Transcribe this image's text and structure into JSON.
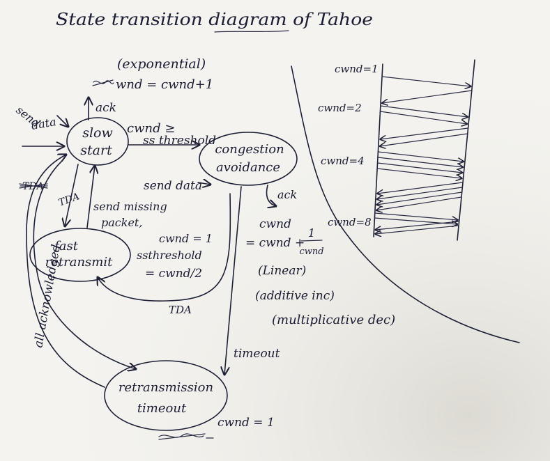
{
  "title": "State transition diagram of Tahoe",
  "states": {
    "slow_start": [
      "slow",
      "start"
    ],
    "congestion_avoidance": [
      "congestion",
      "avoidance"
    ],
    "fast_retransmit": [
      "fast",
      "retransmit"
    ],
    "retransmission_timeout": [
      "retransmission",
      "timeout"
    ]
  },
  "slow_start_notes": {
    "growth": "(exponential)",
    "update": "wnd = cwnd+1",
    "ack": "ack",
    "send_data": [
      "send",
      "data"
    ]
  },
  "transitions": {
    "to_congestion_avoidance": [
      "cwnd ≥",
      "ss threshold"
    ],
    "tda_crossed": "TDA",
    "tda_to_fast_retransmit": "TDA",
    "tda_from_congestion_avoidance": "TDA",
    "all_acknowledged": "all acknowledged",
    "timeout": "timeout"
  },
  "congestion_avoidance_notes": {
    "send_data": "send data",
    "ack": "ack",
    "update": [
      "cwnd",
      "= cwnd +",
      "1",
      "cwnd"
    ],
    "linear": "(Linear)",
    "additive": "(additive inc)",
    "multiplicative": "(multiplicative dec)"
  },
  "fast_retransmit_notes": {
    "action": [
      "send missing",
      "packet,"
    ],
    "cwnd": "cwnd = 1",
    "ssthreshold": [
      "ssthreshold",
      "= cwnd/2"
    ]
  },
  "retransmission_timeout_notes": {
    "cwnd": "cwnd = 1"
  },
  "sequence_diagram": {
    "window_labels": [
      "cwnd=1",
      "cwnd=2",
      "cwnd=4",
      "cwnd=8"
    ]
  },
  "colors": {
    "ink": "#1f1f36",
    "paper": "#f3f2ee"
  }
}
